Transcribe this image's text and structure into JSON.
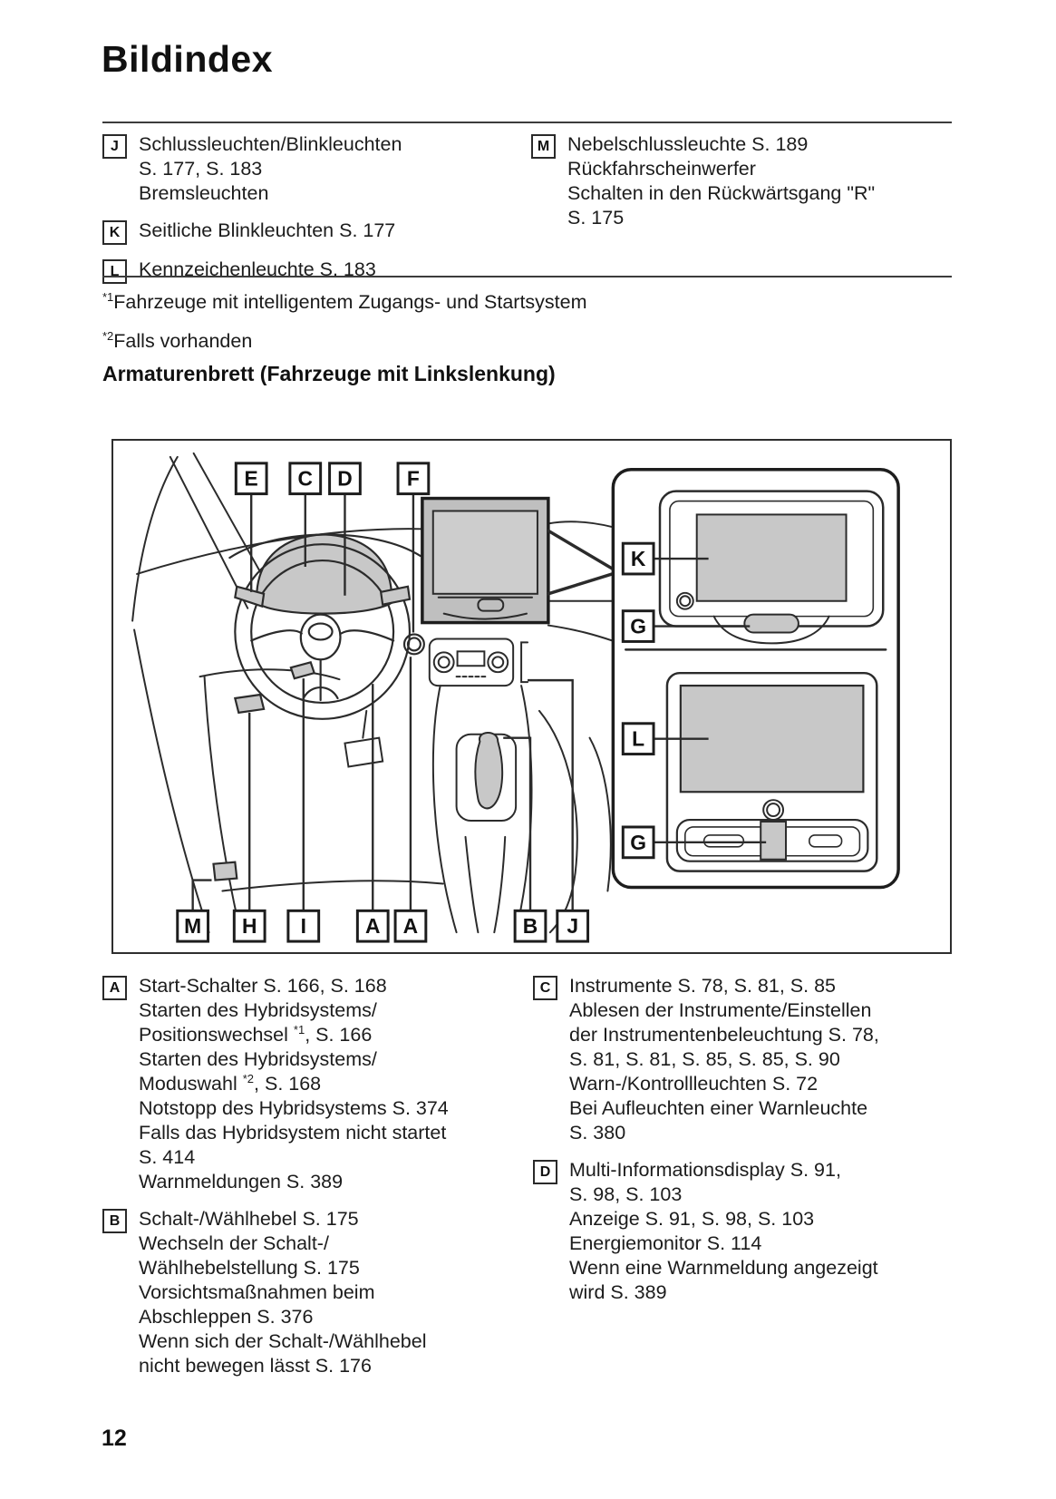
{
  "page": {
    "title": "Bildindex",
    "number": "12"
  },
  "top_legend": {
    "left": [
      {
        "letter": "J",
        "lines": [
          "Schlussleuchten/Blinkleuchten",
          "S. 177, S. 183",
          "Bremsleuchten"
        ]
      },
      {
        "letter": "K",
        "lines": [
          "Seitliche Blinkleuchten S. 177"
        ]
      },
      {
        "letter": "L",
        "lines": [
          "Kennzeichenleuchte S. 183"
        ]
      }
    ],
    "right": [
      {
        "letter": "M",
        "lines": [
          "Nebelschlussleuchte S. 189",
          "Rückfahrscheinwerfer",
          "Schalten in den Rückwärtsgang \"R\"",
          "S. 175"
        ]
      }
    ]
  },
  "footnotes": [
    {
      "marker": "*1",
      "text": "Fahrzeuge mit intelligentem Zugangs- und Startsystem"
    },
    {
      "marker": "*2",
      "text": "Falls vorhanden"
    }
  ],
  "section_heading": "Armaturenbrett (Fahrzeuge mit Linkslenkung)",
  "diagram": {
    "top_labels": [
      "E",
      "C",
      "D",
      "F"
    ],
    "bottom_labels": [
      "M",
      "H",
      "I",
      "A",
      "A",
      "B",
      "J"
    ],
    "inset_labels": [
      "K",
      "G",
      "L",
      "G"
    ]
  },
  "bottom_legend": {
    "left": [
      {
        "letter": "A",
        "lines": [
          "Start-Schalter S. 166, S. 168",
          "Starten des Hybridsystems/",
          "Positionswechsel *1, S. 166",
          "Starten des Hybridsystems/",
          "Moduswahl *2, S. 168",
          "Notstopp des Hybridsystems S. 374",
          "Falls das Hybridsystem nicht startet",
          "S. 414",
          "Warnmeldungen S. 389"
        ]
      },
      {
        "letter": "B",
        "lines": [
          "Schalt-/Wählhebel S. 175",
          "Wechseln der Schalt-/",
          "Wählhebelstellung S. 175",
          "Vorsichtsmaßnahmen beim",
          "Abschleppen S. 376",
          "Wenn sich der Schalt-/Wählhebel",
          "nicht bewegen lässt S. 176"
        ]
      }
    ],
    "right": [
      {
        "letter": "C",
        "lines": [
          "Instrumente S. 78, S. 81, S. 85",
          "Ablesen der Instrumente/Einstellen",
          "der Instrumentenbeleuchtung S. 78,",
          "S. 81, S. 81, S. 85, S. 85, S. 90",
          "Warn-/Kontrollleuchten S. 72",
          "Bei Aufleuchten einer Warnleuchte",
          "S. 380"
        ]
      },
      {
        "letter": "D",
        "lines": [
          "Multi-Informationsdisplay S. 91,",
          "S. 98, S. 103",
          "Anzeige S. 91, S. 98, S. 103",
          "Energiemonitor S. 114",
          "Wenn eine Warnmeldung angezeigt",
          "wird S. 389"
        ]
      }
    ]
  }
}
